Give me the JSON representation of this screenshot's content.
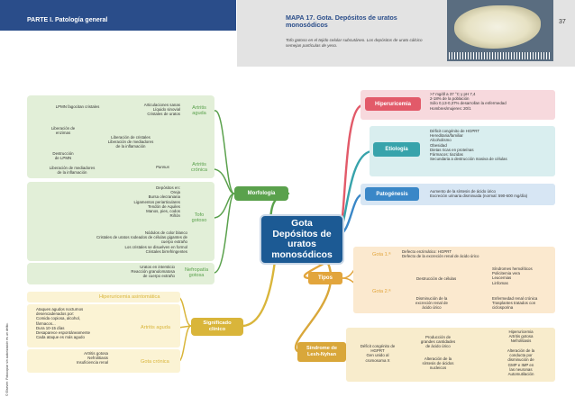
{
  "header": {
    "part": "PARTE I. Patología general",
    "map_title": "MAPA 17. Gota. Depósitos de uratos monosódicos",
    "caption": "Tofo gotoso en el tejido celular subcutáneo. Los depósitos de urato cálcico semejan partículas de yeso.",
    "page_number": "37"
  },
  "side_copyright": "© Elsevier. Fotocopiar sin autorización es un delito.",
  "center": "Gota\nDepósitos de\nuratos\nmonosódicos",
  "colors": {
    "header_bar": "#2a4d8a",
    "header_gray": "#e3e3e3",
    "morfologia": "#5aa14c",
    "morfologia_bg": "#e2efd8",
    "hiperuricemia": "#e25a69",
    "etiologia": "#37a3ab",
    "patogenesis": "#3a87c7",
    "tipos": "#e2a53c",
    "tipos_bg": "#fbe9cf",
    "significado": "#d9b53a",
    "significado_bg": "#fbf3d4",
    "lesch": "#d9a73a",
    "lesch_bg": "#f8eccc",
    "center_bg": "#1c5a94"
  },
  "morfologia": {
    "label": "Morfología",
    "artritis_aguda": {
      "label": "Artritis\naguda",
      "lpmn": "LPMN fagocitan cristales",
      "articulaciones": "Articulaciones sanas\nLíquido sinovial\nCristales de uratos",
      "liberacion_enzimas": "Liberación de\nenzimas",
      "destruccion": "Destrucción\nde LPMN",
      "liberacion_cristales": "Liberación de cristales\nLiberación de mediadores\nde la inflamación",
      "liberacion_mediadores": "Liberación de mediadores\nde la inflamación"
    },
    "artritis_cronica": {
      "label": "Artritis\ncrónica",
      "pannus": "Pannus"
    },
    "tofo_gotoso": {
      "label": "Tofo\ngotoso",
      "depositos": "Depósitos en:\nOreja\nBursa olecraniana\nLigamentos periarticulares\nTendón de Aquiles\nManos, pies, codos\nRiñón",
      "nodulos": "Nódulos de color blanco\nCristales de uratos rodeados de células gigantes de\ncuerpo extraño\nLos cristales se disuelven en formol\nCristales birrefringentes"
    },
    "nefropatia": {
      "label": "Nefropatía\ngotosa",
      "text": "Uratos en intersticio\nReacción granulomatosa\nde cuerpo extraño"
    }
  },
  "significado": {
    "label": "Significado\nclínico",
    "hiperuricemia_asintomatica": "Hiperuricemia asintomática",
    "artritis_aguda_label": "Artritis aguda",
    "artritis_aguda_text": "Ataques agudos nocturnos\ndesencadenados por:\nComida copiosa, alcohol,\nfármacos...\nDura 10-15 días\nDesaparece espontáneamente\nCada ataque es más agudo",
    "gota_cronica_label": "Gota crónica",
    "gota_cronica_text": "Artritis gotosa\nNefrolitiasis\nInsuficiencia renal"
  },
  "hiperuricemia": {
    "label": "Hiperuricemia",
    "text": ">7 mg/dl a 37 °C y pH 7,4\n2-18% de la población\nSólo 0,13-0,37% desarrollan la enfermedad\nHombres/mujeres: 20/1"
  },
  "etiologia": {
    "label": "Etiología",
    "text": "Déficit congénito de HGPRT\nHereditaria/familiar\nAlcoholismo\nObesidad\nDietas ricas en proteínas\nFármacos: tiazidas\nSecundaria a destrucción masiva de células"
  },
  "patogenesis": {
    "label": "Patogénesis",
    "text": "Aumento de la síntesis de ácido úrico\nExcreción urinaria disminuida (normal: 590-600 mg/día)"
  },
  "tipos": {
    "label": "Tipos",
    "gota1": "Gota 1.ª",
    "gota1_text": "Defecto enzimático: HGPRT\nDefecto de la excreción renal de ácido úrico",
    "gota2": "Gota 2.ª",
    "destruccion_celulas": "Destrucción de células",
    "sindromes": "Síndromes hemolíticos\nPolicitemia vera\nLeucemias\nLinfomas",
    "disminucion": "Disminución de la\nexcreción renal de\nácido úrico",
    "enfermedad_renal": "Enfermedad renal crónica\nTrasplantes tratados con\nciclosporina"
  },
  "lesch": {
    "label": "Síndrome de\nLesh-Nyhan",
    "deficit": "Déficit congénito de\nHGPRT\nGen unido al\ncromosoma X",
    "produccion": "Producción de\ngrandes cantidades\nde ácido úrico",
    "alteracion": "Alteración de la\nsíntesis de ácidos\nnucleicos",
    "hiperuricemia": "Hiperuricemia\nArtritis gotosa\nNefrolitiasis",
    "alteracion_conducta": "Alteración de la\nconducta por\ndisminución de\nGMP e IMP en\nlas neuronas\nAutomutilación"
  }
}
